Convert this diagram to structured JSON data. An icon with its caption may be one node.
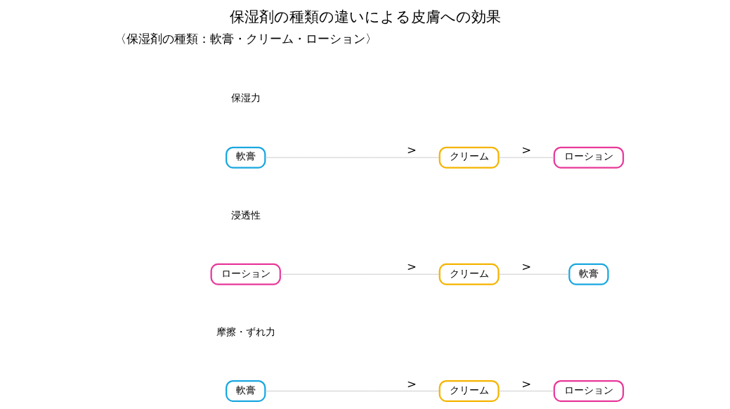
{
  "diagram": {
    "title": "保湿剤の種類の違いによる皮膚への効果",
    "nodes": [
      {
        "text": [
          "軟膏"
        ]
      },
      {
        "text": [
          "クリーム"
        ]
      },
      {
        "text": [
          "ローション"
        ]
      },
      {
        "text": [
          "ローション"
        ]
      },
      {
        "text": [
          "クリーム"
        ]
      },
      {
        "text": [
          "軟膏"
        ]
      },
      {
        "text": [
          "軟膏"
        ]
      },
      {
        "text": [
          "クリーム"
        ]
      },
      {
        "text": [
          "ローション"
        ]
      }
    ],
    "edges": [
      {
        "from": 0,
        "to": 1,
        "arrow": "none",
        "label": ">"
      },
      {
        "from": 1,
        "to": 2,
        "arrow": "none",
        "label": ">"
      },
      {
        "from": 3,
        "to": 4,
        "arrow": "none",
        "label": ">"
      },
      {
        "from": 4,
        "to": 5,
        "arrow": "none",
        "label": ">"
      },
      {
        "from": 6,
        "to": 7,
        "arrow": "none",
        "label": ">"
      },
      {
        "from": 7,
        "to": 8,
        "arrow": "none",
        "label": ">"
      }
    ],
    "labels": [
      "〈保湿剤の種類：軟膏・クリーム・ローション〉",
      "保湿力",
      "浸透性",
      "摩擦・ずれ力"
    ]
  }
}
